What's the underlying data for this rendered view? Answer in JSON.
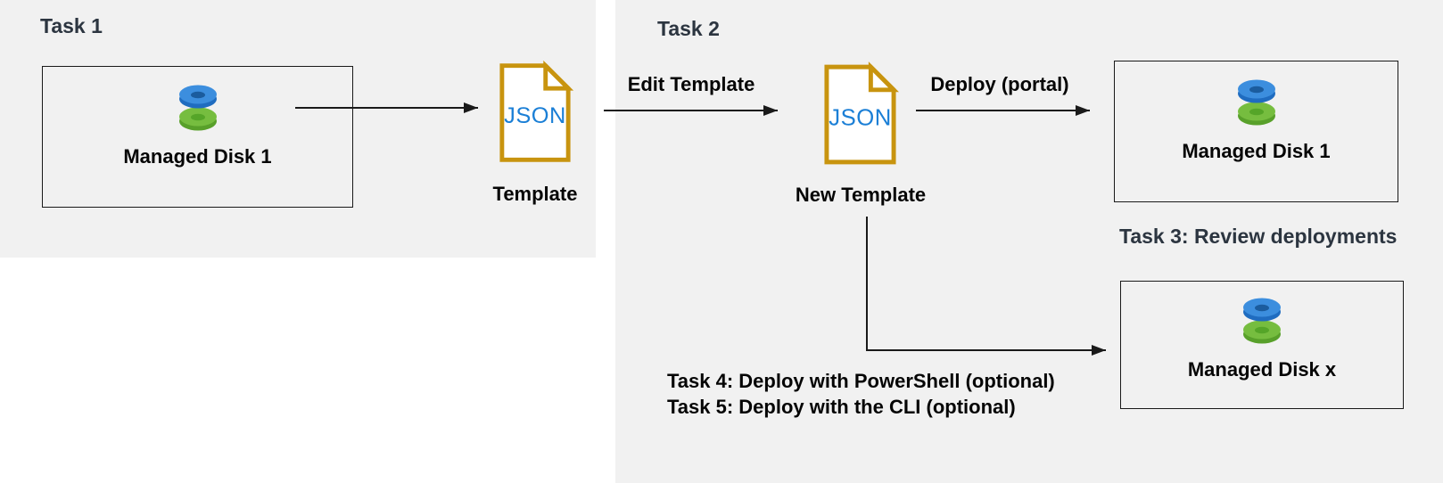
{
  "colors": {
    "panel_bg": "#f1f1f1",
    "heading": "#2c3540",
    "label": "#050505",
    "arrow": "#1a1a1a",
    "box_border": "#1a1a1a",
    "json_gold": "#c8940f",
    "json_blue": "#1b7fd6",
    "disk_blue_top": "#3c8ede",
    "disk_blue_side": "#1f6cc0",
    "disk_blue_hole": "#1b5c9e",
    "disk_green_top": "#76bd3f",
    "disk_green_side": "#58a02a",
    "disk_green_hole": "#55a528"
  },
  "panels": {
    "task1": {
      "title": "Task 1",
      "source_disk": {
        "label": "Managed Disk 1"
      },
      "template_file": {
        "file_type": "JSON",
        "caption": "Template"
      }
    },
    "task2": {
      "title": "Task 2",
      "edit_arrow_label": "Edit Template",
      "template_file": {
        "file_type": "JSON",
        "caption": "New Template"
      },
      "deploy_arrow_label": "Deploy (portal)",
      "deployed_disk": {
        "label": "Managed Disk 1"
      },
      "task3_heading": "Task 3: Review deployments",
      "optional_disk": {
        "label": "Managed Disk x"
      },
      "task4_line": "Task 4: Deploy with PowerShell (optional)",
      "task5_line": "Task 5: Deploy with the CLI (optional)"
    }
  }
}
